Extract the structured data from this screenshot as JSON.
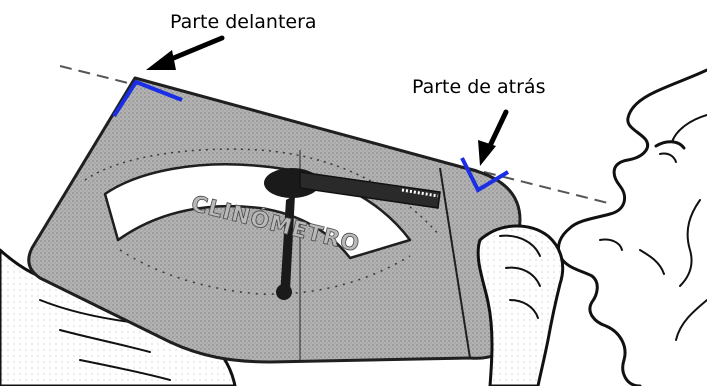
{
  "labels": {
    "front": "Parte delantera",
    "back": "Parte de atrás"
  },
  "instrument_text": "CLINÓMETRO",
  "colors": {
    "marker": "#1a2ee6",
    "device_fill": "#a9a9a9",
    "device_stroke": "#1f1f1f",
    "sight_line": "#555555",
    "ink": "#111111"
  }
}
